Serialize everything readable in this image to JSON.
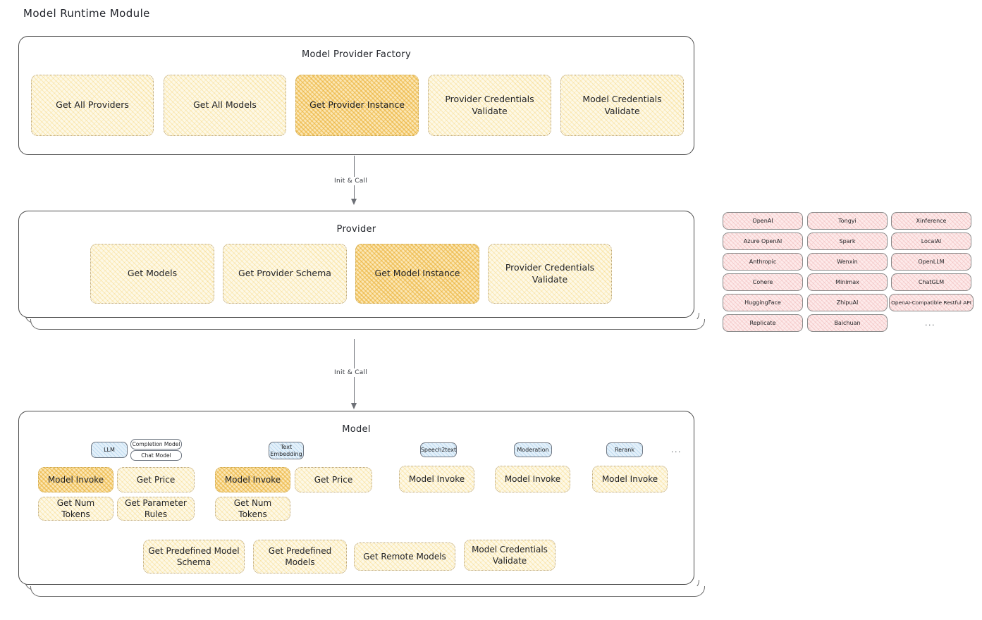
{
  "page": {
    "title": "Model Runtime Module"
  },
  "factory": {
    "title": "Model Provider Factory",
    "cards": [
      {
        "label": "Get All Providers",
        "highlight": false
      },
      {
        "label": "Get All Models",
        "highlight": false
      },
      {
        "label": "Get Provider Instance",
        "highlight": true
      },
      {
        "label": "Provider Credentials Validate",
        "highlight": false
      },
      {
        "label": "Model Credentials Validate",
        "highlight": false
      }
    ]
  },
  "arrows": [
    {
      "label": "Init & Call"
    },
    {
      "label": "Init & Call"
    }
  ],
  "provider": {
    "title": "Provider",
    "cards": [
      {
        "label": "Get Models",
        "highlight": false
      },
      {
        "label": "Get Provider Schema",
        "highlight": false
      },
      {
        "label": "Get Model Instance",
        "highlight": true
      },
      {
        "label": "Provider Credentials Validate",
        "highlight": false
      }
    ]
  },
  "provider_list": {
    "columns": [
      {
        "items": [
          "OpenAI",
          "Azure OpenAI",
          "Anthropic",
          "Cohere",
          "HuggingFace",
          "Replicate"
        ]
      },
      {
        "items": [
          "Tongyi",
          "Spark",
          "Wenxin",
          "Minimax",
          "ZhipuAI",
          "Baichuan"
        ]
      },
      {
        "items": [
          "Xinference",
          "LocalAI",
          "OpenLLM",
          "ChatGLM",
          "OpenAI-Compatible Restful API"
        ]
      }
    ],
    "more": "..."
  },
  "model": {
    "title": "Model",
    "more": "...",
    "types": [
      {
        "name": "LLM",
        "subtypes": [
          "Completion Model",
          "Chat Model"
        ],
        "ops_row1": [
          {
            "label": "Model Invoke",
            "highlight": true
          },
          {
            "label": "Get Price",
            "highlight": false
          }
        ],
        "ops_row2": [
          {
            "label": "Get Num Tokens",
            "highlight": false
          },
          {
            "label": "Get Parameter Rules",
            "highlight": false
          }
        ]
      },
      {
        "name": "Text Embedding",
        "subtypes": [],
        "ops_row1": [
          {
            "label": "Model Invoke",
            "highlight": true
          },
          {
            "label": "Get Price",
            "highlight": false
          }
        ],
        "ops_row2": [
          {
            "label": "Get Num Tokens",
            "highlight": false
          }
        ]
      },
      {
        "name": "Speech2text",
        "subtypes": [],
        "ops_row1": [
          {
            "label": "Model Invoke",
            "highlight": false
          }
        ],
        "ops_row2": []
      },
      {
        "name": "Moderation",
        "subtypes": [],
        "ops_row1": [
          {
            "label": "Model Invoke",
            "highlight": false
          }
        ],
        "ops_row2": []
      },
      {
        "name": "Rerank",
        "subtypes": [],
        "ops_row1": [
          {
            "label": "Model Invoke",
            "highlight": false
          }
        ],
        "ops_row2": []
      }
    ],
    "shared_ops": [
      {
        "label": "Get Predefined Model Schema"
      },
      {
        "label": "Get Predefined Models"
      },
      {
        "label": "Get Remote Models"
      },
      {
        "label": "Model Credentials Validate"
      }
    ]
  }
}
